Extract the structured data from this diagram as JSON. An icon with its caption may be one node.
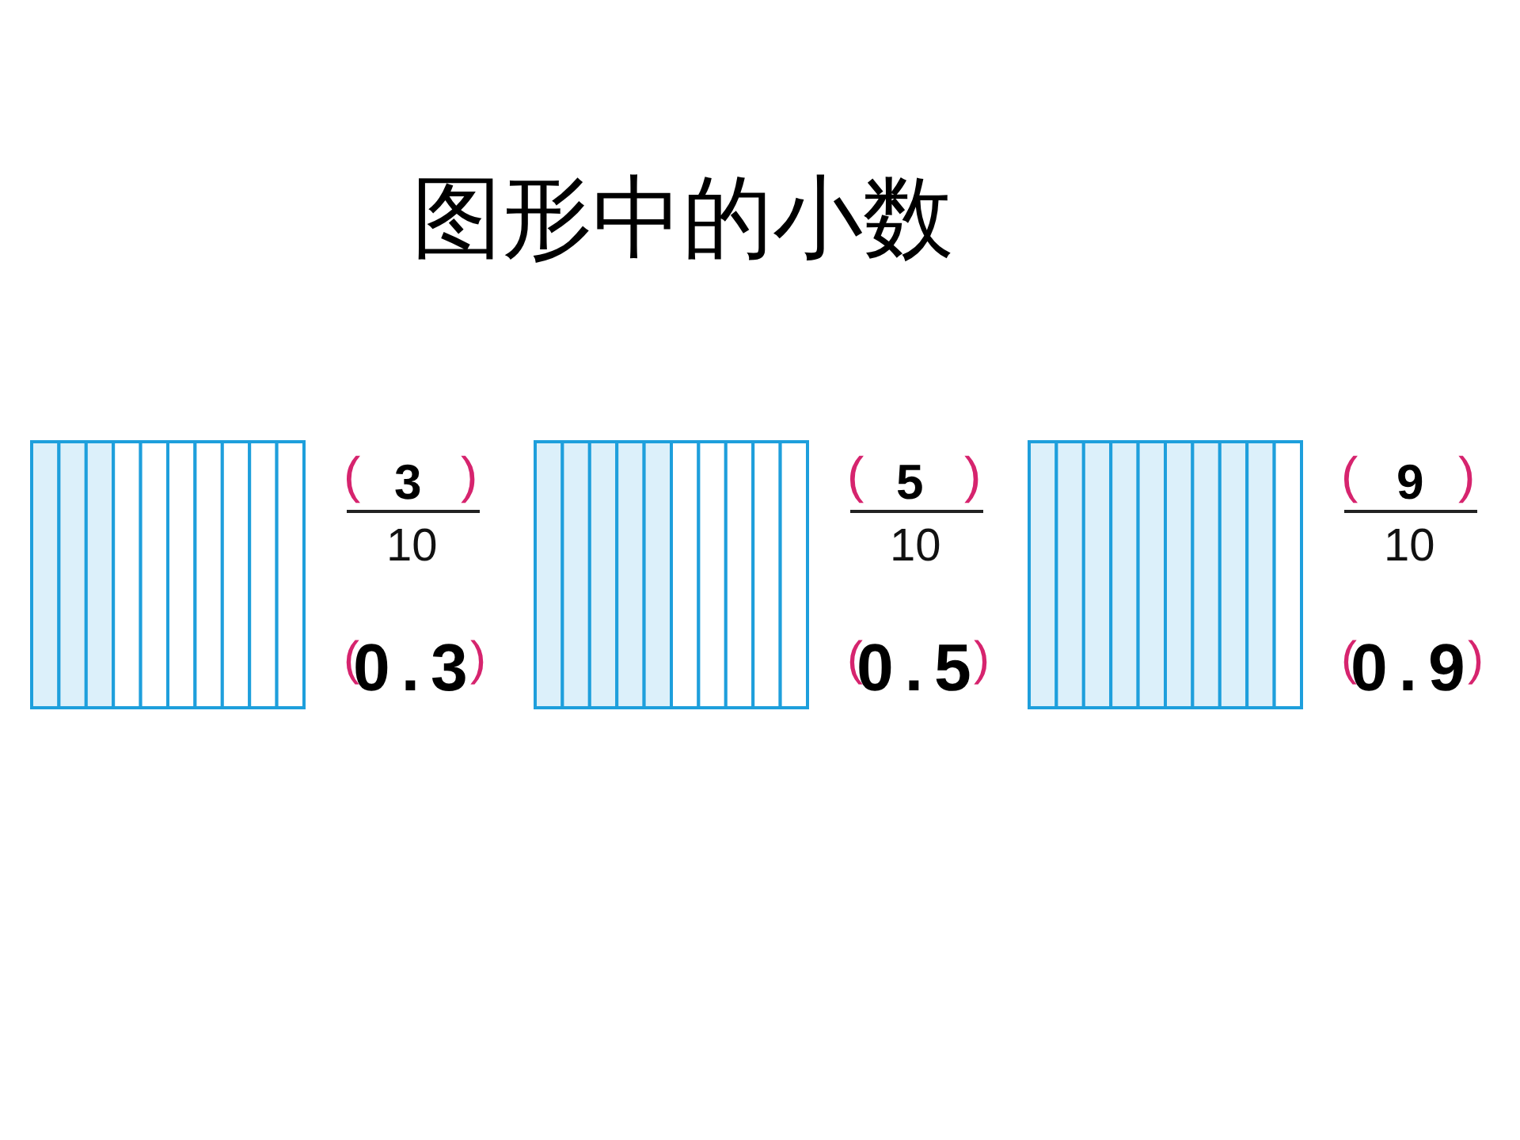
{
  "diagram": {
    "title": "图形中的小数",
    "labels": [
      "(",
      "3",
      ")",
      "(",
      "5",
      ")",
      "(",
      "9",
      ")",
      "10",
      "10",
      "10",
      "(",
      "0.3",
      ")",
      "(",
      "0.5",
      ")",
      "(",
      "0.9",
      ")"
    ]
  }
}
